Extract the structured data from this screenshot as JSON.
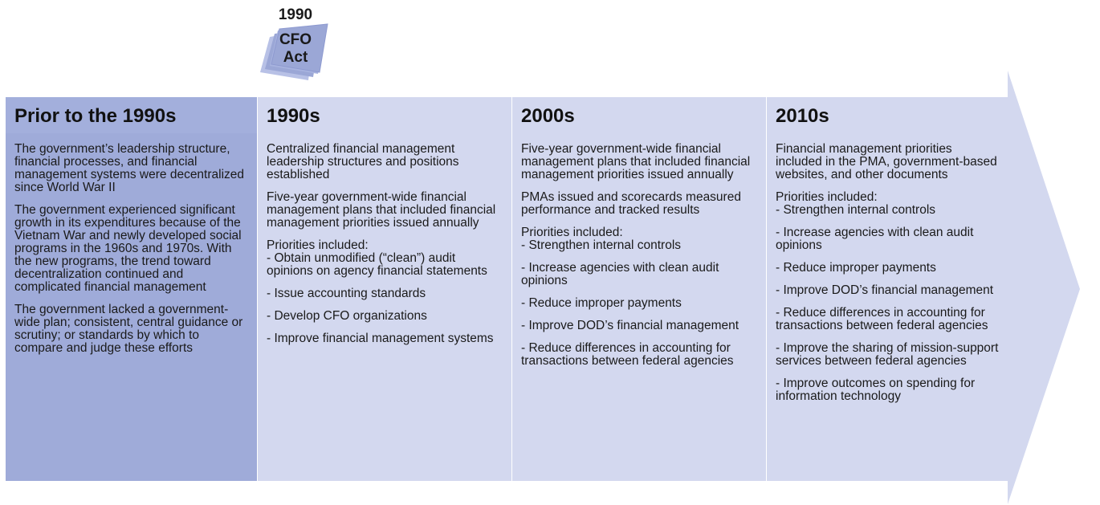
{
  "badge": {
    "year": "1990",
    "line1": "CFO",
    "line2": "Act"
  },
  "columns": [
    {
      "heading": "Prior to the 1990s",
      "paragraphs": [
        "The government’s leadership structure, financial processes, and financial management systems were decentralized since World War II",
        "The government experienced significant growth in its expenditures because of the Vietnam War and newly developed social programs in the 1960s and 1970s. With the new programs, the trend toward decentralization continued and complicated financial management",
        "The government lacked a government-wide plan; consistent, central guidance or scrutiny; or standards by which to compare and judge these efforts"
      ]
    },
    {
      "heading": "1990s",
      "paragraphs": [
        "Centralized financial management leadership structures and positions established",
        "Five-year government-wide financial management plans that included financial management priorities issued annually"
      ],
      "priorities_label": "Priorities included:",
      "priorities": [
        "- Obtain unmodified (“clean”) audit opinions on agency financial statements",
        "- Issue accounting standards",
        "- Develop CFO organizations",
        "- Improve financial management systems"
      ]
    },
    {
      "heading": "2000s",
      "paragraphs": [
        "Five-year government-wide financial management plans that included financial management priorities issued annually",
        "PMAs issued and scorecards measured performance and tracked results"
      ],
      "priorities_label": "Priorities included:",
      "priorities": [
        "- Strengthen internal controls",
        "- Increase agencies with clean audit opinions",
        "- Reduce improper payments",
        "- Improve DOD’s financial management",
        "- Reduce differences in accounting for transactions between federal agencies"
      ]
    },
    {
      "heading": "2010s",
      "paragraphs": [
        "Financial management priorities included in the PMA, government-based websites, and other documents"
      ],
      "priorities_label": "Priorities included:",
      "priorities": [
        "- Strengthen internal controls",
        "- Increase agencies with clean audit opinions",
        "- Reduce improper payments",
        "- Improve DOD’s financial management",
        "- Reduce differences in accounting for transactions between federal agencies",
        "- Improve the sharing of mission-support services between federal agencies",
        "- Improve outcomes on spending for information technology"
      ]
    }
  ],
  "colors": {
    "arrow_fill": "#d3d8ef",
    "first_column_fill": "#9fabd9",
    "badge_fill": "#9ba7d6"
  }
}
